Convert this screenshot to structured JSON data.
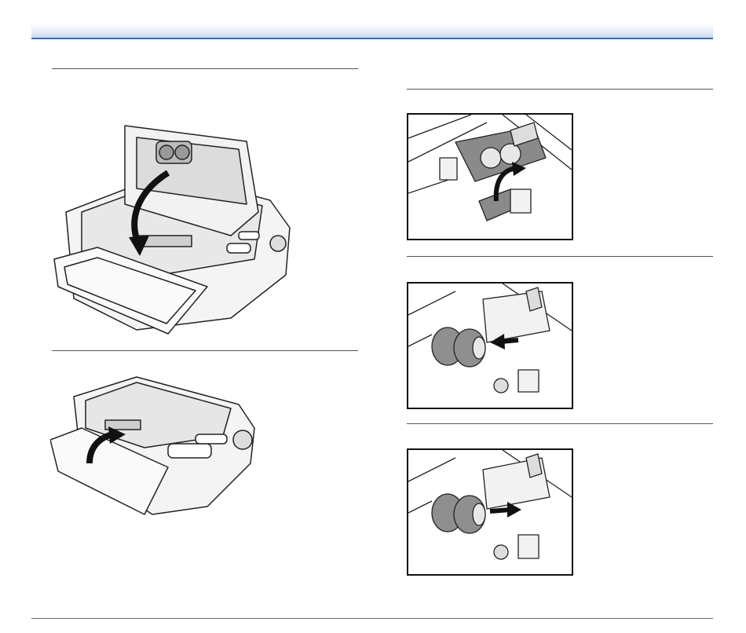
{
  "page": {
    "header_accent": "#3c6fb7",
    "sections_left": [
      {
        "figure": "scanner-open-upper-unit-closing-illustration",
        "arrow": "curved-arrow-down"
      },
      {
        "figure": "scanner-closed-feed-tray-lifting-illustration",
        "arrow": "curved-arrow-up"
      }
    ],
    "sections_right": [
      {
        "figure": "roller-cover-opening-illustration",
        "arrow": "curved-arrow-up"
      },
      {
        "figure": "roller-insertion-illustration",
        "arrow": "straight-arrow-left"
      },
      {
        "figure": "roller-removal-illustration",
        "arrow": "straight-arrow-right"
      }
    ]
  }
}
